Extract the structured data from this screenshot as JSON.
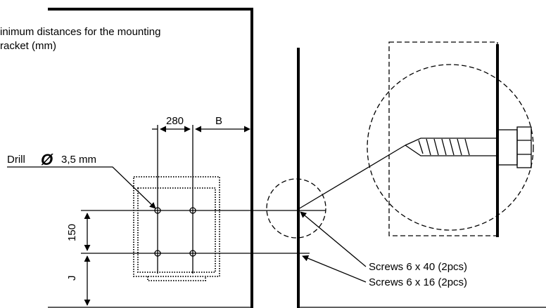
{
  "title_line1": "inimum distances for the mounting",
  "title_line2": "racket (mm)",
  "dim_hole_spacing": "280",
  "dim_side_clearance": "B",
  "dim_vertical_spacing": "150",
  "dim_bottom_clearance": "J",
  "drill_label": "Drill",
  "drill_symbol": "Ø",
  "drill_size": "3,5 mm",
  "screws_long": "Screws 6 x 40 (2pcs)",
  "screws_short": "Screws 6 x 16 (2pcs)"
}
